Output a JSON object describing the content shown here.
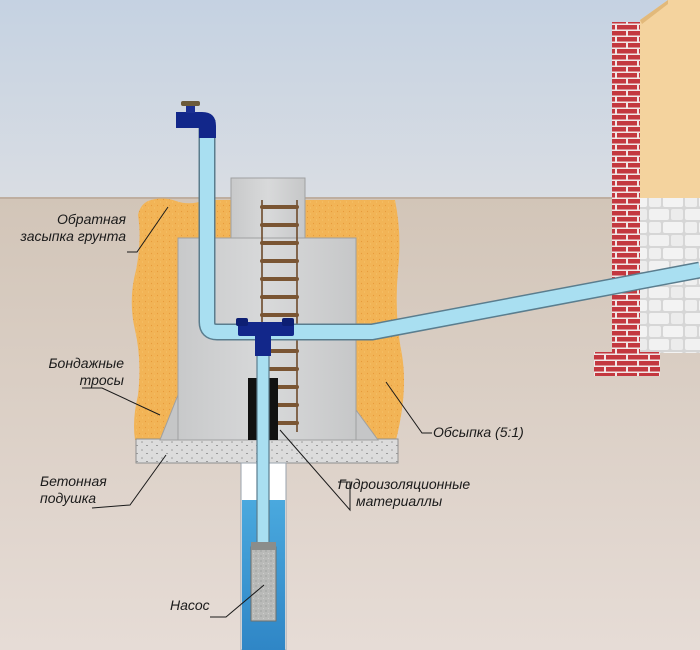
{
  "labels": {
    "backfill": [
      "Обратная",
      "засыпка грунта"
    ],
    "cables": [
      "Бондажные",
      "тросы"
    ],
    "concrete_pad": [
      "Бетонная",
      "подушка"
    ],
    "sprinkle": "Обсыпка (5:1)",
    "waterproofing": [
      "Гидроизоляционные",
      "материаллы"
    ],
    "pump": "Насос"
  },
  "colors": {
    "sky": "#c9d6e4",
    "soil": "#d8ccc2",
    "sand": "#f1b152",
    "concrete": "#d2d3d4",
    "pipe": "#a9dff1",
    "pipe_fitting": "#12278a",
    "water": "#3d9fd8",
    "brick": "#c3383f",
    "wall": "#f4d39e"
  },
  "icons": [
    "faucet-icon"
  ]
}
